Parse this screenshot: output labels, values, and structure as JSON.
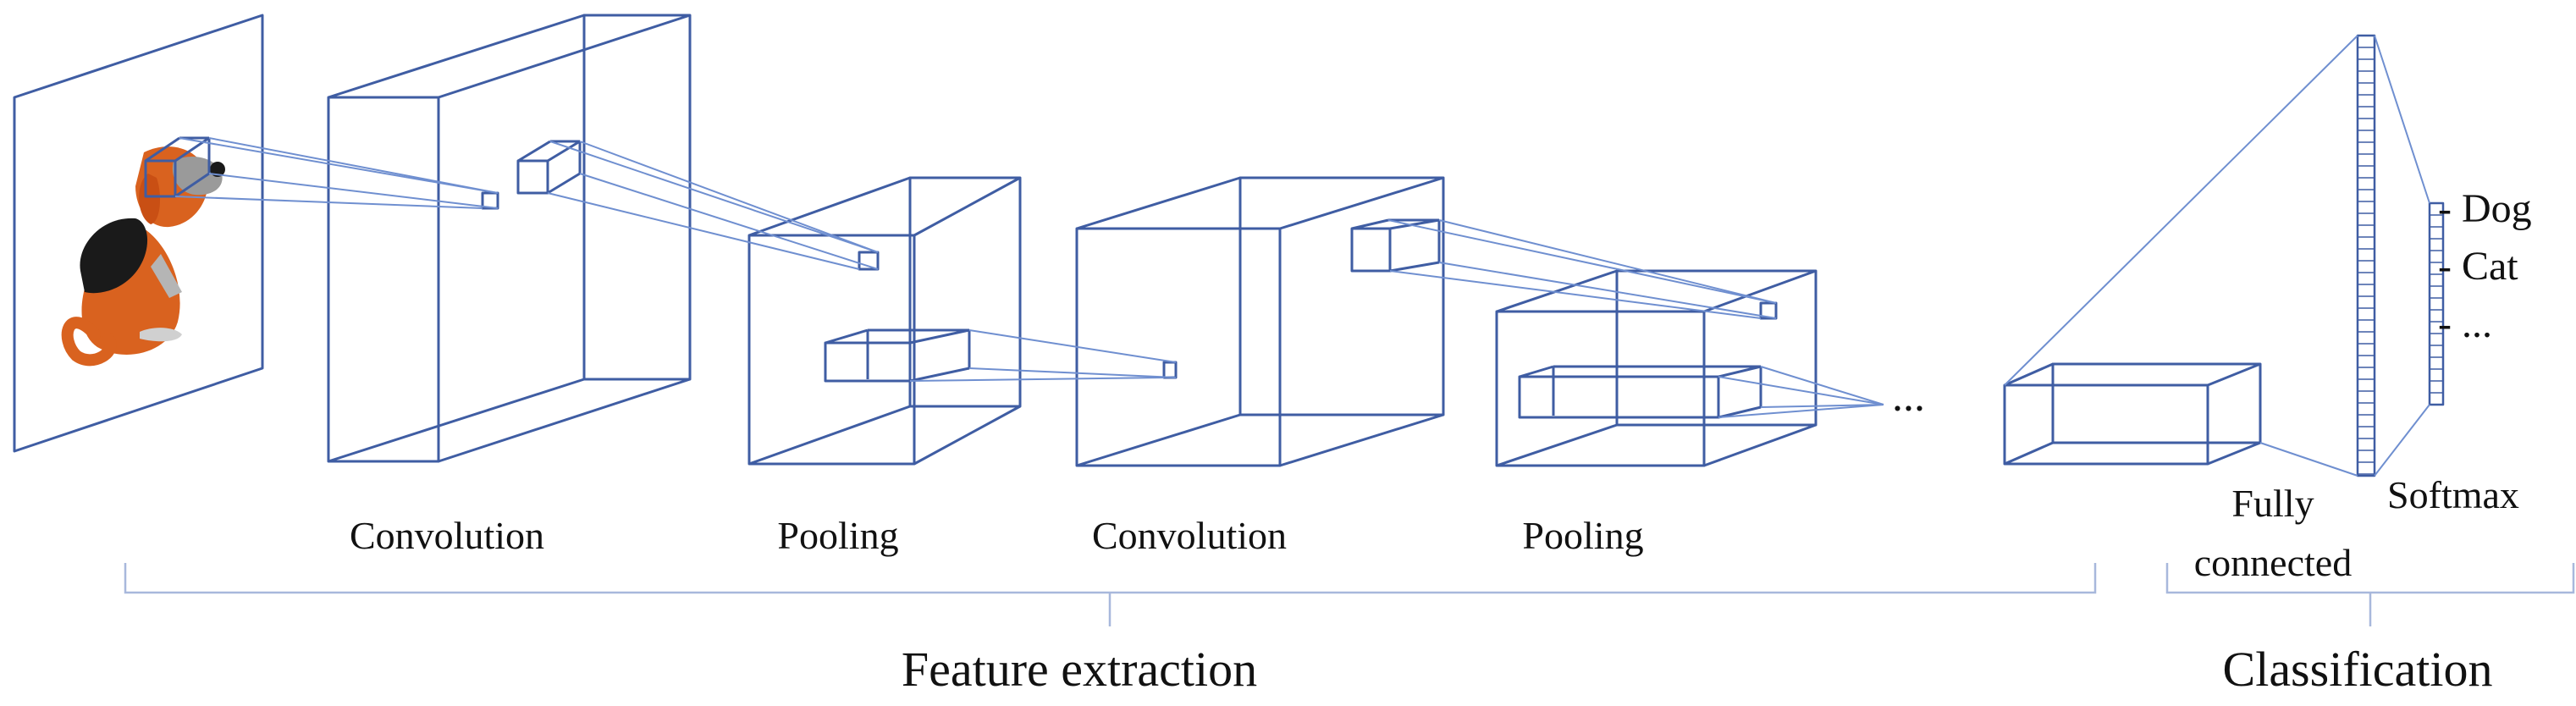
{
  "layers": {
    "conv1": "Convolution",
    "pool1": "Pooling",
    "conv2": "Convolution",
    "pool2": "Pooling",
    "fc_line1": "Fully",
    "fc_line2": "connected",
    "softmax": "Softmax",
    "ellipsis": "..."
  },
  "outputs": [
    "- Dog",
    "- Cat",
    "- ..."
  ],
  "sections": {
    "feature_extraction": "Feature extraction",
    "classification": "Classification"
  },
  "colors": {
    "box_stroke": "#3f5da3",
    "projection": "#6f8fd0",
    "bracket": "#a8b8dc",
    "dog_orange": "#d9621f",
    "dog_black": "#1a1a1a",
    "dog_grey": "#9a9a9a"
  }
}
